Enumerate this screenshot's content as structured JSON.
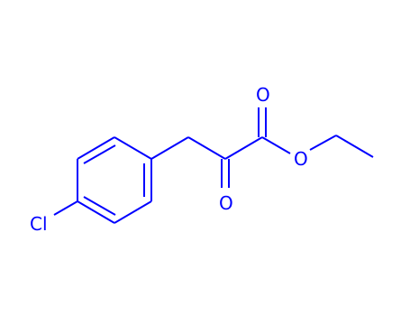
{
  "molecule": {
    "atoms": {
      "chlorine": "Cl",
      "carbonyl_oxygen_top": "O",
      "ester_oxygen": "O",
      "ketone_oxygen": "O"
    },
    "colors": {
      "bond": "#0000ff",
      "label": "#0000ff",
      "background": "#ffffff"
    }
  }
}
